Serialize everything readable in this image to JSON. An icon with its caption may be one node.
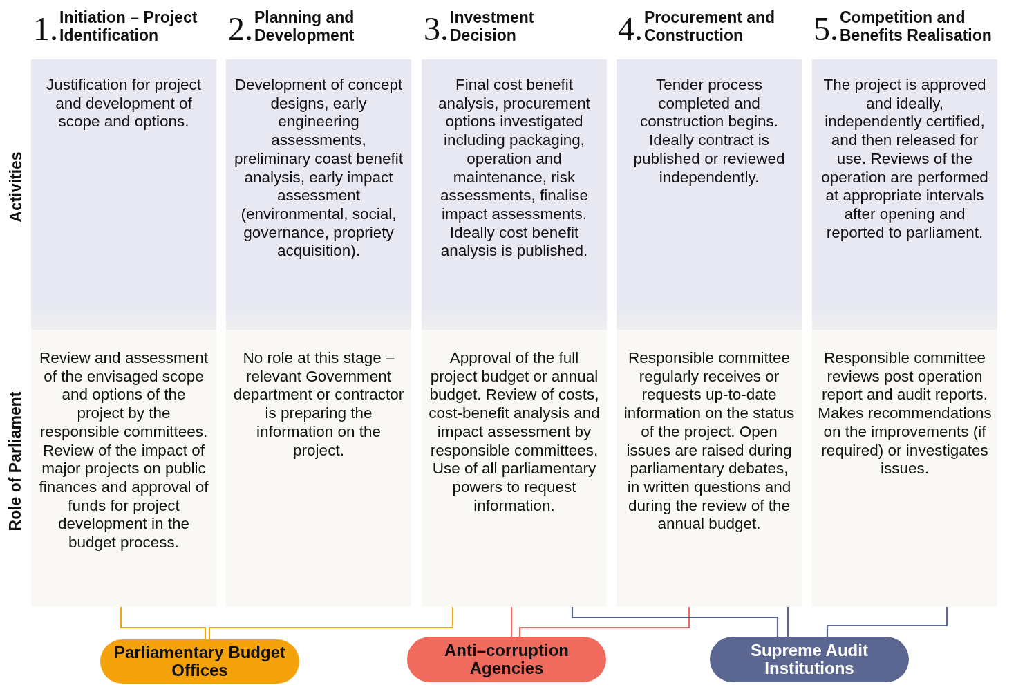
{
  "diagram": {
    "nodes": [
      {
        "text": [
          "Justification for project and development of scope and options."
        ]
      },
      {
        "text": [
          "Development of concept designs, early engineering assessments, preliminary coast benefit analysis, early impact assessment (environmental, social, governance, propriety acquisition)."
        ]
      },
      {
        "text": [
          "Final cost benefit analysis, procurement options investigated including packaging, operation and maintenance, risk assessments, finalise impact assessments. Ideally cost benefit analysis is published."
        ]
      },
      {
        "text": [
          "Tender process completed and construction begins. Ideally contract is published or reviewed independently."
        ]
      },
      {
        "text": [
          "The project is approved and ideally, independently certified, and then released for use. Reviews of the operation are performed at appropriate intervals after opening and reported to parliament."
        ]
      },
      {
        "text": [
          "Review and assessment of the envisaged scope and options of the project by the responsible committees. Review of the impact of major projects on public finances and approval of funds for project development in the budget process."
        ]
      },
      {
        "text": [
          "No role at this stage – relevant Government department or contractor is preparing the information on the project."
        ]
      },
      {
        "text": [
          "Approval of the full project budget or annual budget. Review of costs, cost-benefit analysis and impact assessment by responsible committees. Use of all parliamentary powers to request information."
        ]
      },
      {
        "text": [
          "Responsible committee regularly receives or requests up-to-date information on the status of the project. Open issues are raised during parliamentary debates, in written questions and during the review of the annual budget."
        ]
      },
      {
        "text": [
          "Responsible committee reviews post operation report and audit reports. Makes recommendations on the improvements (if required) or investigates issues."
        ]
      },
      {
        "text": [
          "Parliamentary Budget Offices"
        ]
      },
      {
        "text": [
          "Anti–corruption Agencies"
        ]
      },
      {
        "text": [
          "Supreme Audit Institutions"
        ]
      }
    ],
    "edges": [
      {
        "from": 5,
        "to": 10,
        "arrow": "none",
        "color": "#f4a30c"
      },
      {
        "from": 7,
        "to": 10,
        "arrow": "none",
        "color": "#f4a30c"
      },
      {
        "from": 7,
        "to": 11,
        "arrow": "none",
        "color": "#f06b5d"
      },
      {
        "from": 8,
        "to": 11,
        "arrow": "none",
        "color": "#f06b5d"
      },
      {
        "from": 7,
        "to": 12,
        "arrow": "none",
        "color": "#5b6790"
      },
      {
        "from": 8,
        "to": 12,
        "arrow": "none",
        "color": "#5b6790"
      },
      {
        "from": 9,
        "to": 12,
        "arrow": "none",
        "color": "#5b6790"
      }
    ],
    "labels": [
      "1.",
      "Initiation – Project Identification",
      "2.",
      "Planning and Development",
      "3.",
      "Investment Decision",
      "4.",
      "Procurement and Construction",
      "5.",
      "Competition and Benefits Realisation",
      "Activities",
      "Role of Parliament"
    ]
  }
}
